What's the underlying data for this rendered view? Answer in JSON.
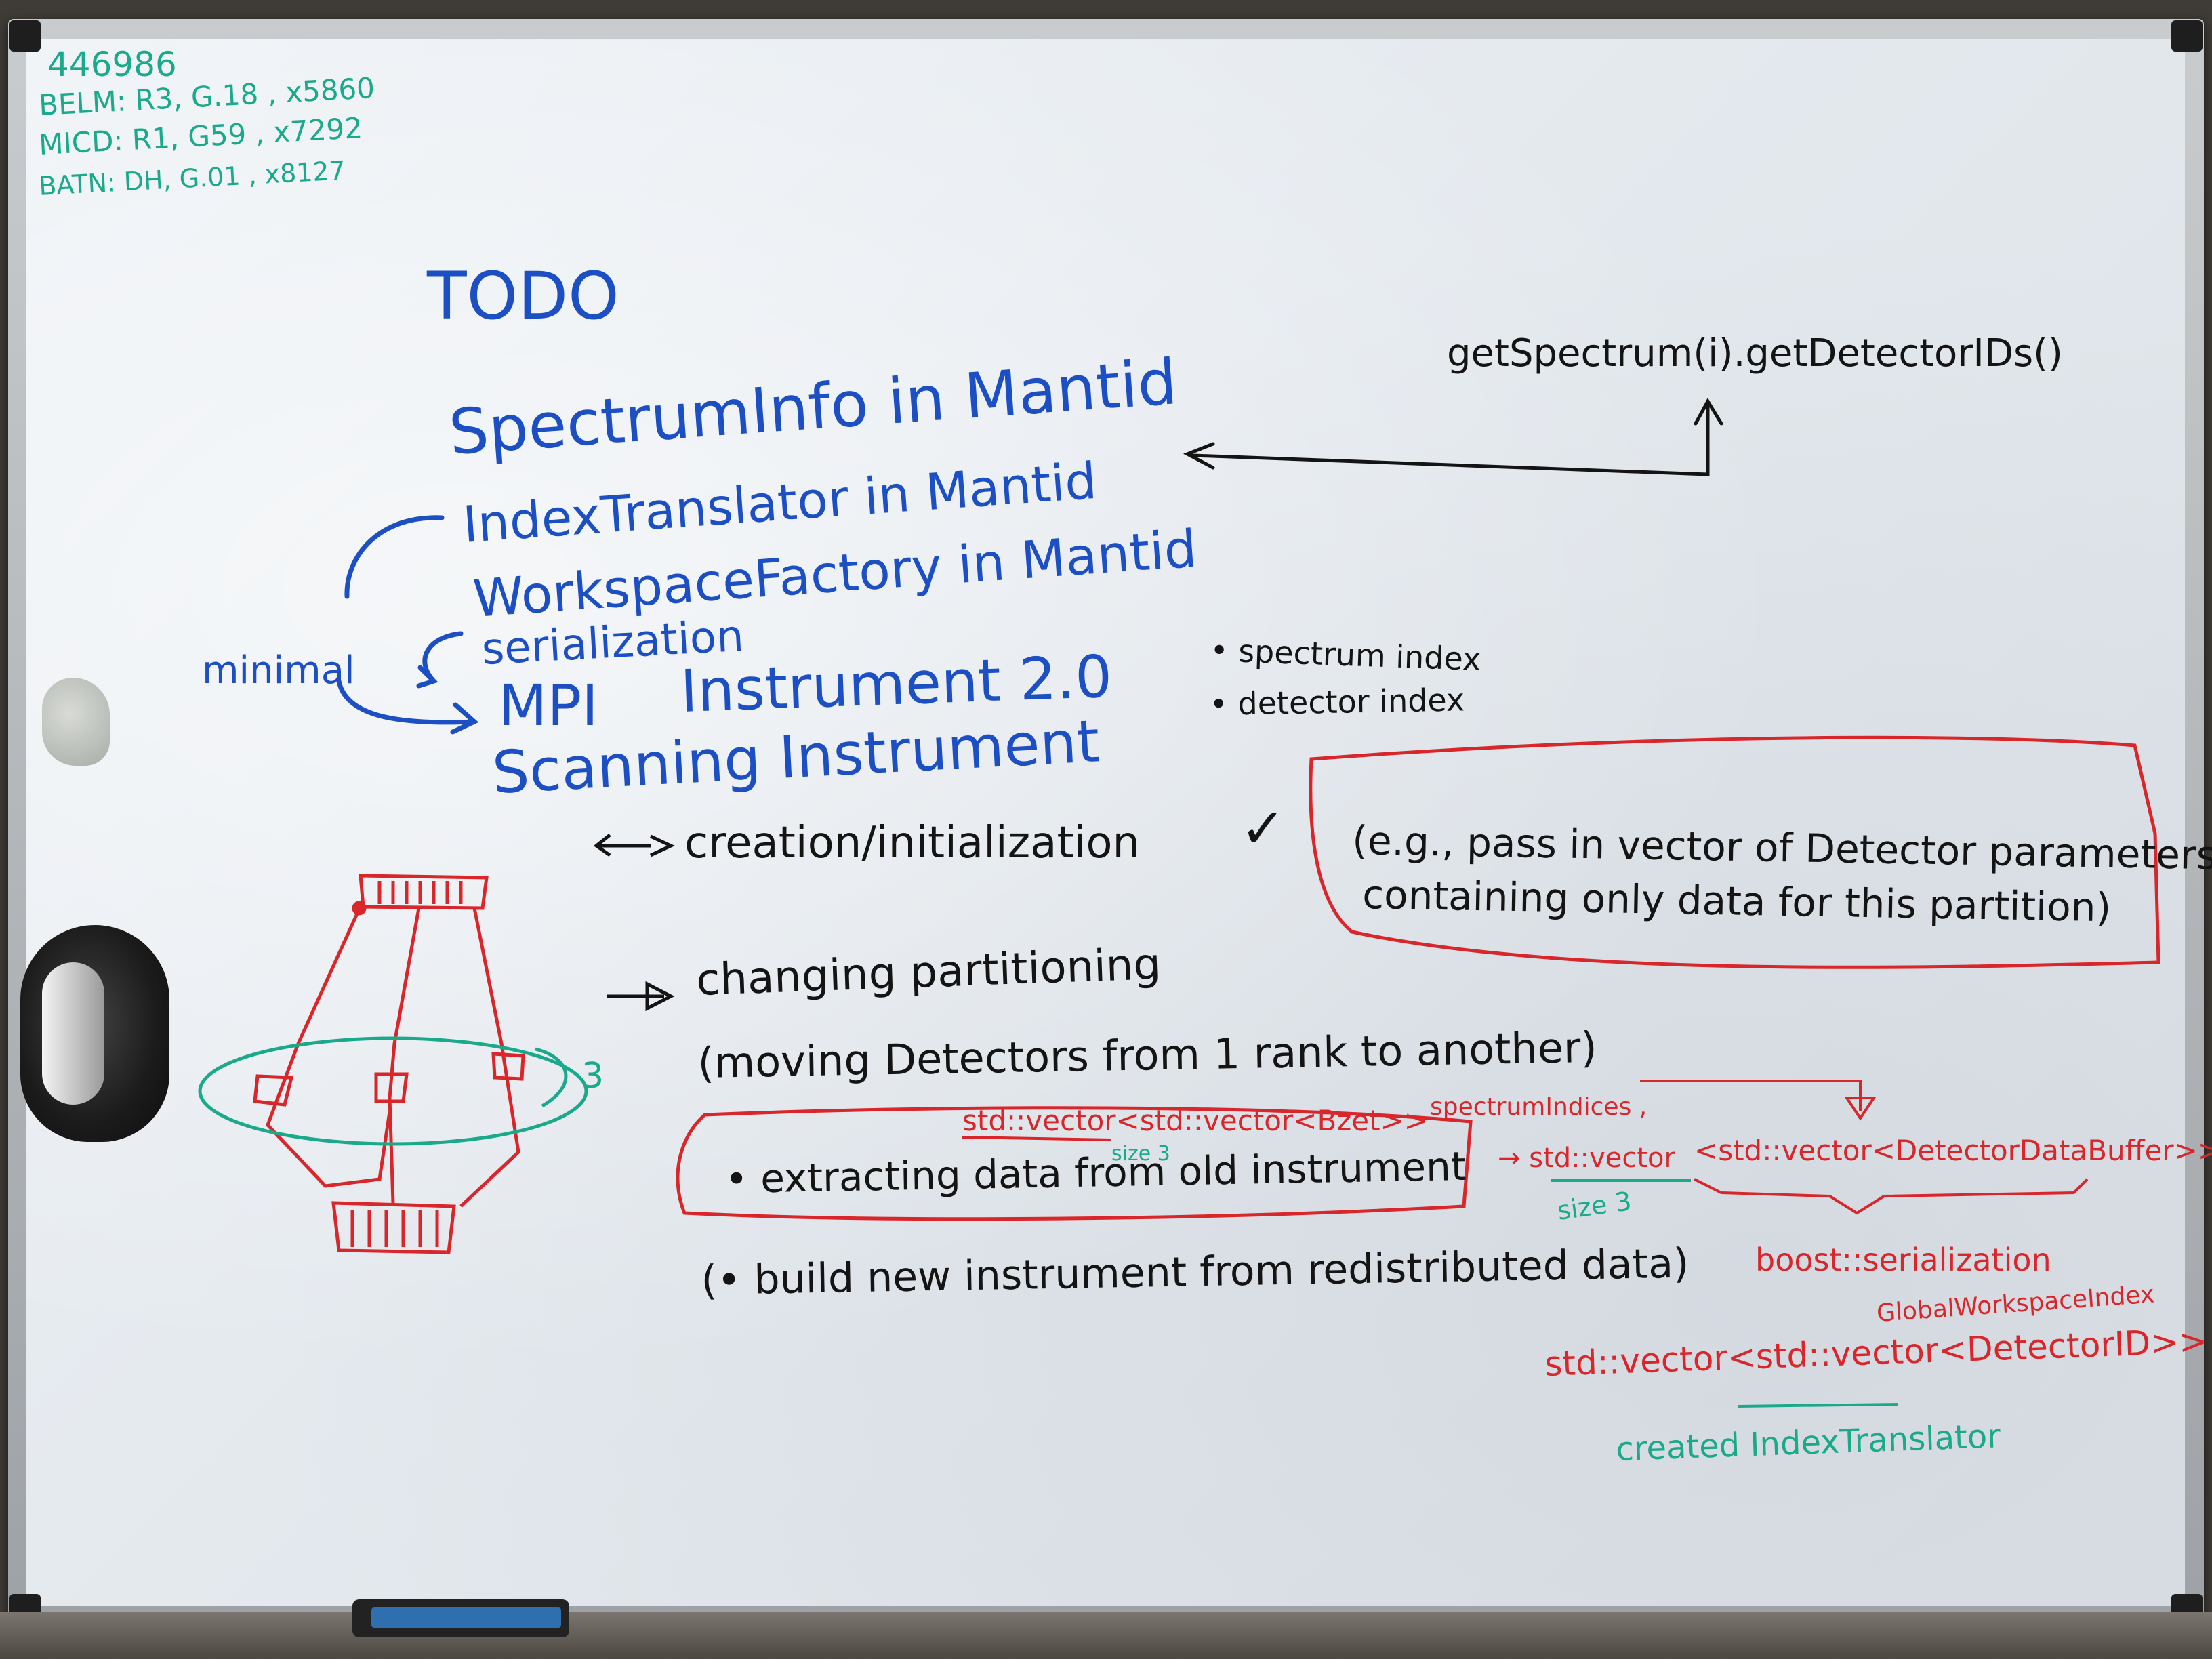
{
  "phone_extensions": {
    "line1": "446986",
    "line2": "BELM: R3, G.18 , x5860",
    "line3": "MICD: R1, G59 , x7292",
    "line4": "BATN: DH, G.01 , x8127"
  },
  "todo": {
    "heading": "TODO",
    "items": [
      "SpectrumInfo in Mantid",
      "IndexTranslator in Mantid",
      "WorkspaceFactory in Mantid",
      "serialization",
      "MPI",
      "Instrument 2.0",
      "Scanning Instrument"
    ],
    "minimal_label": "minimal",
    "index_notes": [
      "• spectrum index",
      "• detector index"
    ]
  },
  "code_note": "getSpectrum(i).getDetectorIDs()",
  "creation": {
    "label": "creation/initialization",
    "check": "✓",
    "note_line1": "(e.g., pass in vector of Detector parameters,",
    "note_line2": "containing only data for this partition)"
  },
  "partitioning": {
    "label": "changing partitioning",
    "subtitle": "(moving Detectors from 1 rank to another)",
    "vector_type": "std::vector<std::vector<Bzet>>",
    "vector_size": "size 3",
    "vector_name": "spectrumIndices ,",
    "bullet": "• extracting data from old instrument",
    "arrow_vector": "→ std::vector",
    "arrow_size": "size 3",
    "buffer_type": "<std::vector<DetectorDataBuffer>>",
    "boost": "boost::serialization",
    "build": "(• build new instrument from redistributed data)",
    "global_index": "GlobalWorkspaceIndex",
    "detector_vector": "std::vector<std::vector<DetectorID>>",
    "created": "created IndexTranslator",
    "rank_count": "3"
  },
  "colors": {
    "teal": "#1aa98a",
    "blue": "#1c4fc4",
    "black": "#141414",
    "red": "#d8262b",
    "board": "#e6eaee",
    "frame": "#b7bbbf"
  }
}
